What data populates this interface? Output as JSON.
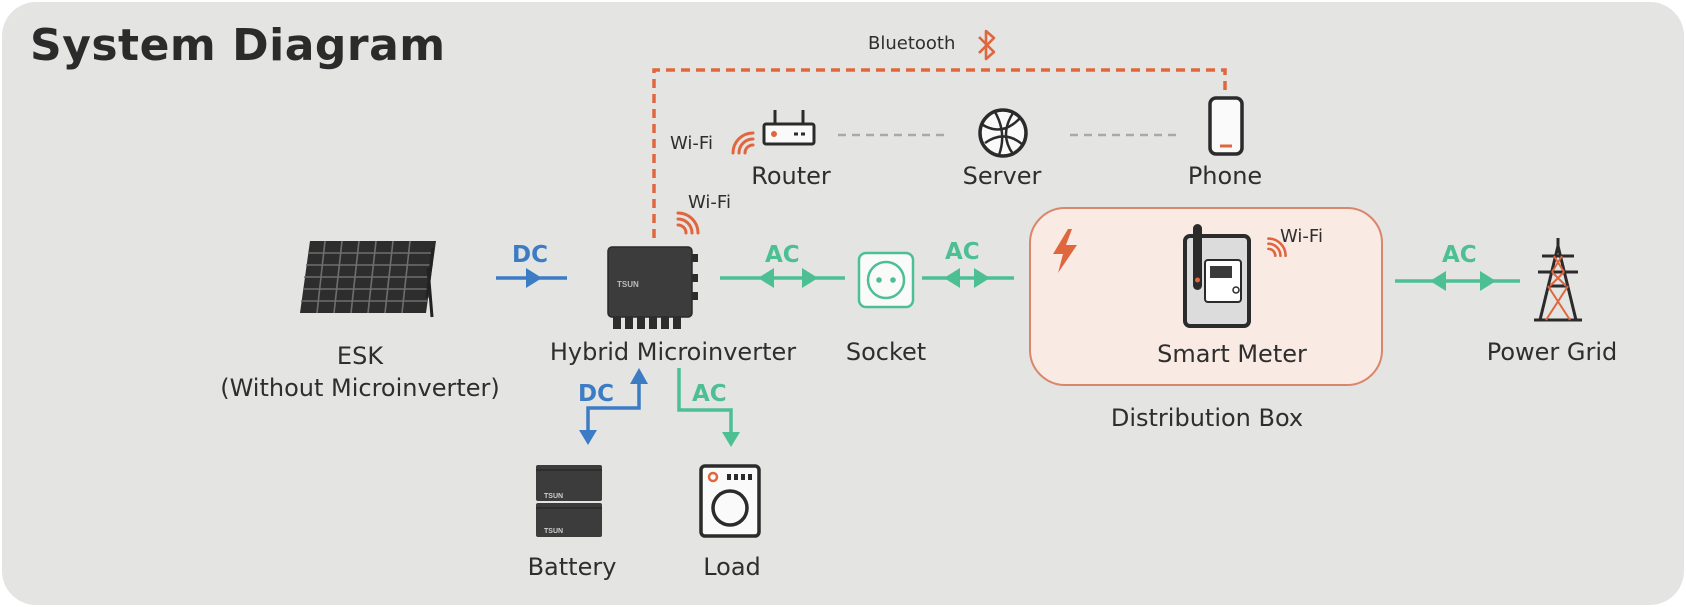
{
  "title": "System Diagram",
  "nodes": {
    "esk_line1": "ESK",
    "esk_line2": "(Without Microinverter)",
    "hybrid": "Hybrid Microinverter",
    "socket": "Socket",
    "smart_meter": "Smart Meter",
    "distribution_box": "Distribution Box",
    "power_grid": "Power Grid",
    "router": "Router",
    "server": "Server",
    "phone": "Phone",
    "battery": "Battery",
    "load": "Load"
  },
  "links": {
    "bluetooth": "Bluetooth",
    "wifi_router": "Wi-Fi",
    "wifi_inverter": "Wi-Fi",
    "wifi_meter": "Wi-Fi",
    "dc_esk": "DC",
    "ac_inverter_socket": "AC",
    "ac_socket_box": "AC",
    "ac_grid": "AC",
    "dc_battery": "DC",
    "ac_load": "AC"
  },
  "brand_text": "TSUN",
  "colors": {
    "dc": "#3c7cc4",
    "ac": "#4cbf93",
    "wireless": "#e0663e",
    "box_fill": "#f9ebe4",
    "box_border": "#d9866a",
    "background": "#e4e4e3"
  }
}
